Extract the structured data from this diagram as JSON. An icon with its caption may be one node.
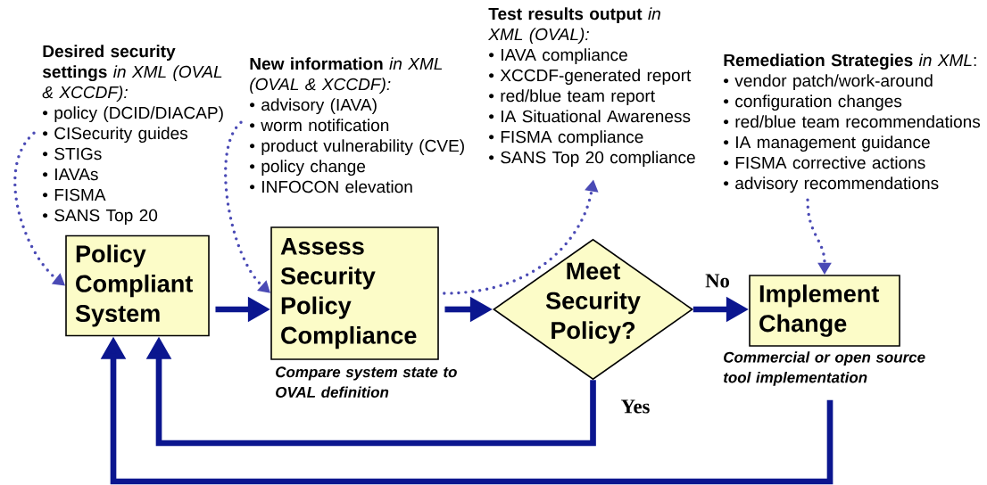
{
  "diagram": {
    "nodes": [
      {
        "text": [
          "**Desired security settings** *in XML (OVAL & XCCDF):*",
          "• policy (DCID/DIACAP)",
          "• CISecurity guides",
          "• STIGs",
          "• IAVAs",
          "• FISMA",
          "• SANS Top 20"
        ]
      },
      {
        "text": [
          "**New information** *in XML (OVAL & XCCDF):*",
          "• advisory (IAVA)",
          "• worm notification",
          "• product vulnerability (CVE)",
          "• policy change",
          "• INFOCON elevation"
        ]
      },
      {
        "text": [
          "**Test results output** *in XML (OVAL):*",
          "• IAVA compliance",
          "• XCCDF-generated report",
          "• red/blue team report",
          "• IA Situational Awareness",
          "• FISMA compliance",
          "• SANS Top 20 compliance"
        ]
      },
      {
        "text": [
          "**Remediation Strategies** *in XML*:",
          "• vendor patch/work-around",
          "• configuration changes",
          "• red/blue team recommendations",
          "• IA management guidance",
          "• FISMA corrective actions",
          "• advisory recommendations"
        ]
      },
      {
        "text": [
          "Policy Compliant System"
        ]
      },
      {
        "text": [
          "Assess Security Policy Compliance"
        ],
        "beside": [
          "Compare system state to OVAL definition"
        ]
      },
      {
        "text": [
          "Meet Security Policy?"
        ]
      },
      {
        "text": [
          "Implement Change"
        ],
        "beside": [
          "Commercial or open source tool implementation"
        ]
      }
    ],
    "edges": [
      {
        "from": 0,
        "to": 4,
        "arrow": "to",
        "style": "dashed",
        "color": "#4a4ab5"
      },
      {
        "from": 1,
        "to": 5,
        "arrow": "to",
        "style": "dashed",
        "color": "#4a4ab5"
      },
      {
        "from": 5,
        "to": 2,
        "arrow": "to",
        "style": "dashed",
        "color": "#4a4ab5"
      },
      {
        "from": 3,
        "to": 7,
        "arrow": "to",
        "style": "dashed",
        "color": "#4a4ab5"
      },
      {
        "from": 4,
        "to": 5,
        "arrow": "to"
      },
      {
        "from": 5,
        "to": 6,
        "arrow": "to"
      },
      {
        "from": 6,
        "to": 7,
        "arrow": "to",
        "label": "No"
      },
      {
        "from": 6,
        "to": 4,
        "arrow": "to",
        "label": "Yes"
      },
      {
        "from": 7,
        "to": 4,
        "arrow": "to"
      }
    ]
  }
}
